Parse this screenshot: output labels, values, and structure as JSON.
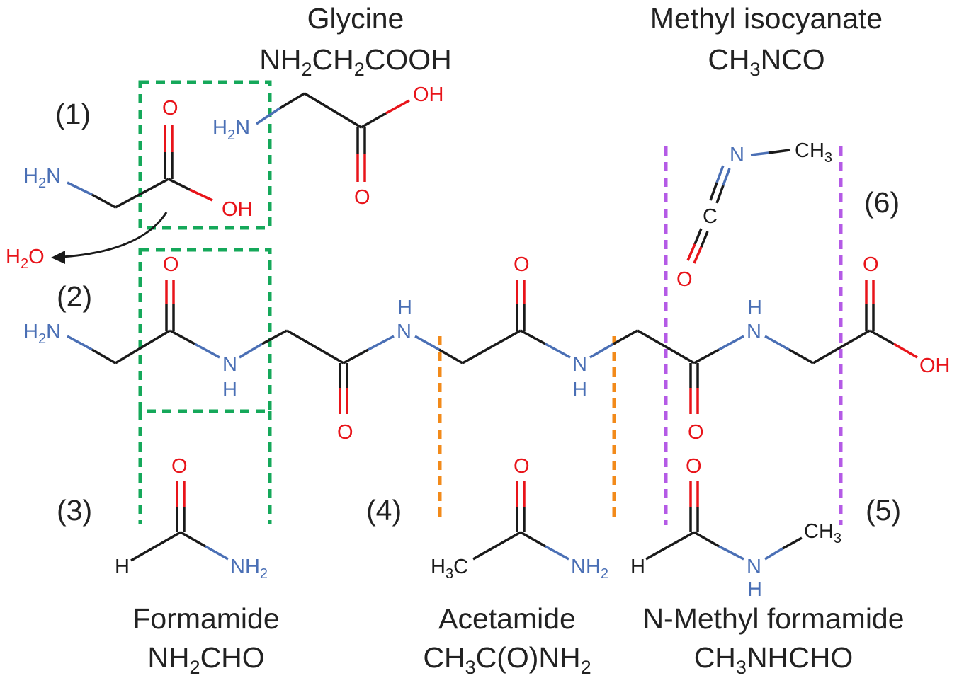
{
  "colors": {
    "carbon": "#1a1a1a",
    "nitrogen": "#4a6fb5",
    "oxygen": "#e8141a",
    "green_box": "#15a85a",
    "orange_line": "#f28a1a",
    "purple_line": "#b45ae6",
    "text": "#222222"
  },
  "labels": {
    "step1": "(1)",
    "step2": "(2)",
    "step3": "(3)",
    "step4": "(4)",
    "step5": "(5)",
    "step6": "(6)"
  },
  "captions": {
    "glycine": {
      "name": "Glycine",
      "formula": [
        "NH",
        "2",
        "CH",
        "2",
        "COOH"
      ]
    },
    "methyl_isocyanate": {
      "name": "Methyl isocyanate",
      "formula": [
        "CH",
        "3",
        "NCO"
      ]
    },
    "formamide": {
      "name": "Formamide",
      "formula": [
        "NH",
        "2",
        "CHO"
      ]
    },
    "acetamide": {
      "name": "Acetamide",
      "formula": [
        "CH",
        "3",
        "C(O)NH",
        "2"
      ]
    },
    "n_methyl_formamide": {
      "name": "N-Methyl formamide",
      "formula": [
        "CH",
        "3",
        "NHCHO"
      ]
    }
  },
  "atoms": {
    "O": "O",
    "OH": "OH",
    "N": "N",
    "H": "H",
    "C": "C",
    "H2N_main": "H",
    "H2N_sub": "2",
    "H2N_tail": "N",
    "NH2_main": "NH",
    "NH2_sub": "2",
    "CH3_main": "CH",
    "CH3_sub": "3",
    "H3C_head": "H",
    "H3C_sub": "3",
    "H3C_tail": "C",
    "H2O_head": "H",
    "H2O_sub": "2",
    "H2O_tail": "O"
  }
}
